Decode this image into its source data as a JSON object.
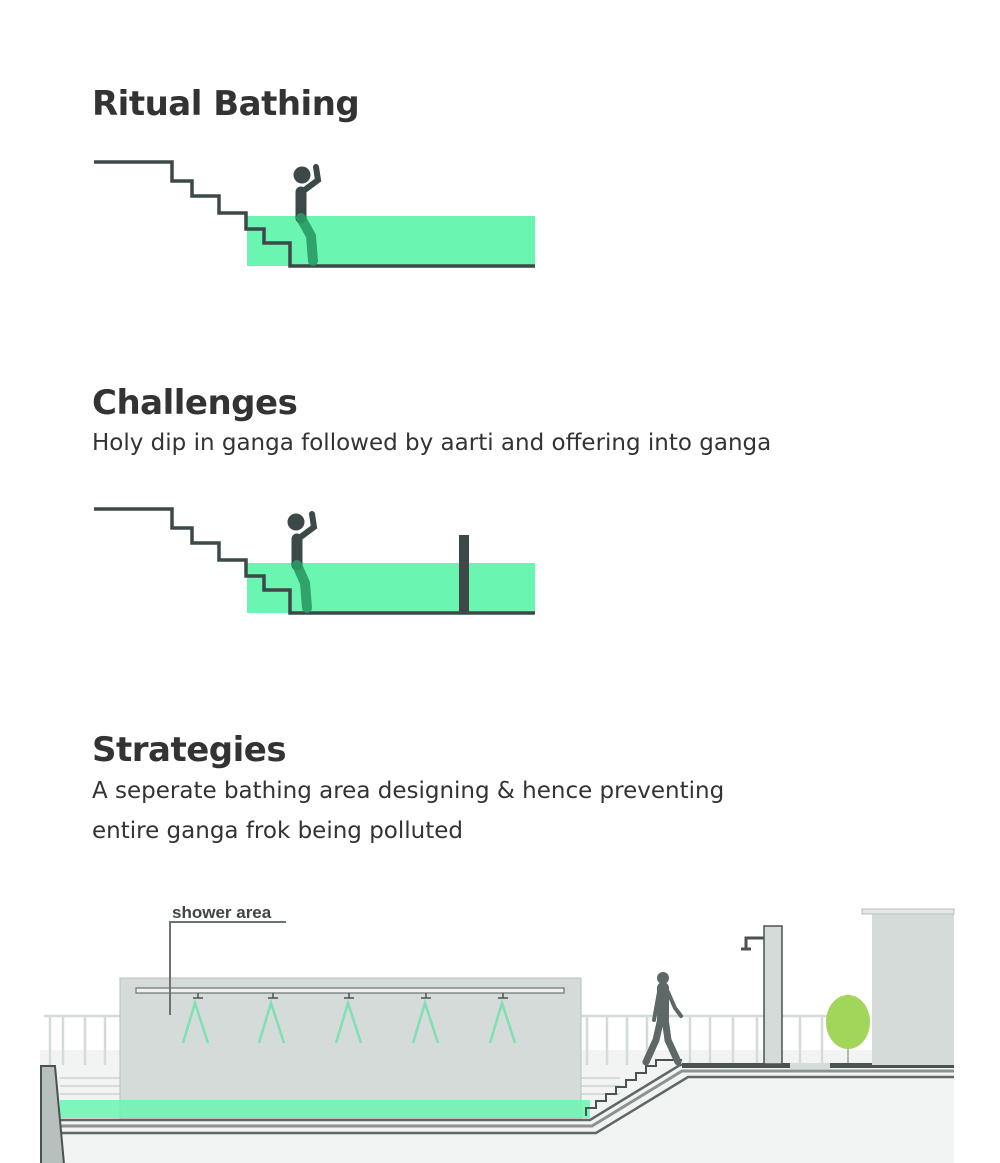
{
  "sections": [
    {
      "title": "Ritual Bathing"
    },
    {
      "title": "Challenges",
      "text": "Holy dip in ganga followed by aarti and offering into ganga"
    },
    {
      "title": "Strategies",
      "text_lines": [
        "A seperate bathing area designing & hence preventing",
        "entire ganga frok being polluted"
      ]
    }
  ],
  "section_drawing": {
    "label": "shower area"
  },
  "colors": {
    "water": "#6af5b0",
    "line": "#3d4848",
    "wall": "#d5dbd9",
    "spray": "#7fe0b0",
    "tree": "#a2d65a"
  }
}
